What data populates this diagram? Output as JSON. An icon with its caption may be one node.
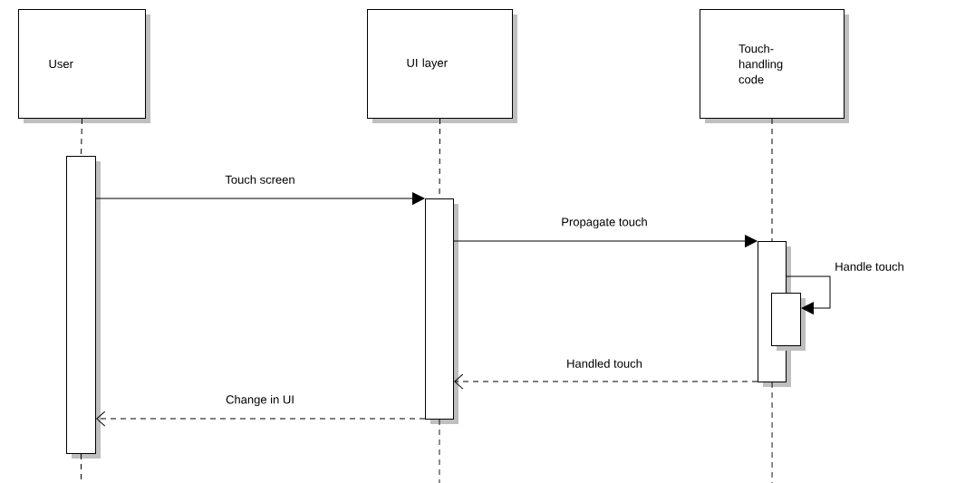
{
  "diagram": {
    "nodes": [
      {
        "text": [
          "User"
        ]
      },
      {
        "text": [
          "UI layer"
        ]
      },
      {
        "text": [
          "Touch-handling code"
        ]
      },
      {
        "text": [],
        "shape": "bar"
      },
      {
        "text": [],
        "shape": "bar"
      },
      {
        "text": [],
        "shape": "bar"
      },
      {
        "text": [],
        "shape": "bar"
      }
    ],
    "edges": [
      {
        "from": 0,
        "to": 3,
        "arrow": "none",
        "style": "dashed"
      },
      {
        "from": 1,
        "to": 4,
        "arrow": "none",
        "style": "dashed"
      },
      {
        "from": 2,
        "to": 5,
        "arrow": "none",
        "style": "dashed"
      },
      {
        "from": 3,
        "to": null,
        "arrow": "none",
        "style": "dashed"
      },
      {
        "from": 4,
        "to": null,
        "arrow": "none",
        "style": "dashed"
      },
      {
        "from": 5,
        "to": null,
        "arrow": "none",
        "style": "dashed"
      },
      {
        "from": 3,
        "to": 4,
        "arrow": "to",
        "label": "Touch screen"
      },
      {
        "from": 4,
        "to": 5,
        "arrow": "to",
        "label": "Propagate touch"
      },
      {
        "from": 5,
        "to": 6,
        "arrow": "to",
        "label": "Handle touch"
      },
      {
        "from": 5,
        "to": 4,
        "arrow": "to",
        "style": "dashed",
        "label": "Handled touch"
      },
      {
        "from": 4,
        "to": 3,
        "arrow": "to",
        "style": "dashed",
        "label": "Change in UI"
      }
    ]
  }
}
